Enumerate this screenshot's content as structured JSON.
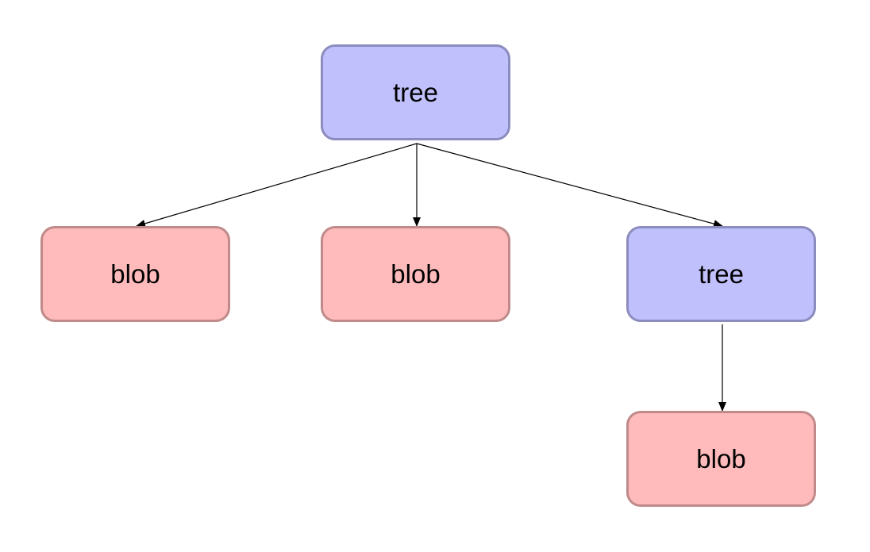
{
  "nodes": {
    "root": {
      "label": "tree",
      "type": "tree",
      "color": "#c0c0fc"
    },
    "blob1": {
      "label": "blob",
      "type": "blob",
      "color": "#ffbbbb"
    },
    "blob2": {
      "label": "blob",
      "type": "blob",
      "color": "#ffbbbb"
    },
    "tree2": {
      "label": "tree",
      "type": "tree",
      "color": "#c0c0fc"
    },
    "blob3": {
      "label": "blob",
      "type": "blob",
      "color": "#ffbbbb"
    }
  },
  "edges": [
    {
      "from": "root",
      "to": "blob1"
    },
    {
      "from": "root",
      "to": "blob2"
    },
    {
      "from": "root",
      "to": "tree2"
    },
    {
      "from": "tree2",
      "to": "blob3"
    }
  ]
}
